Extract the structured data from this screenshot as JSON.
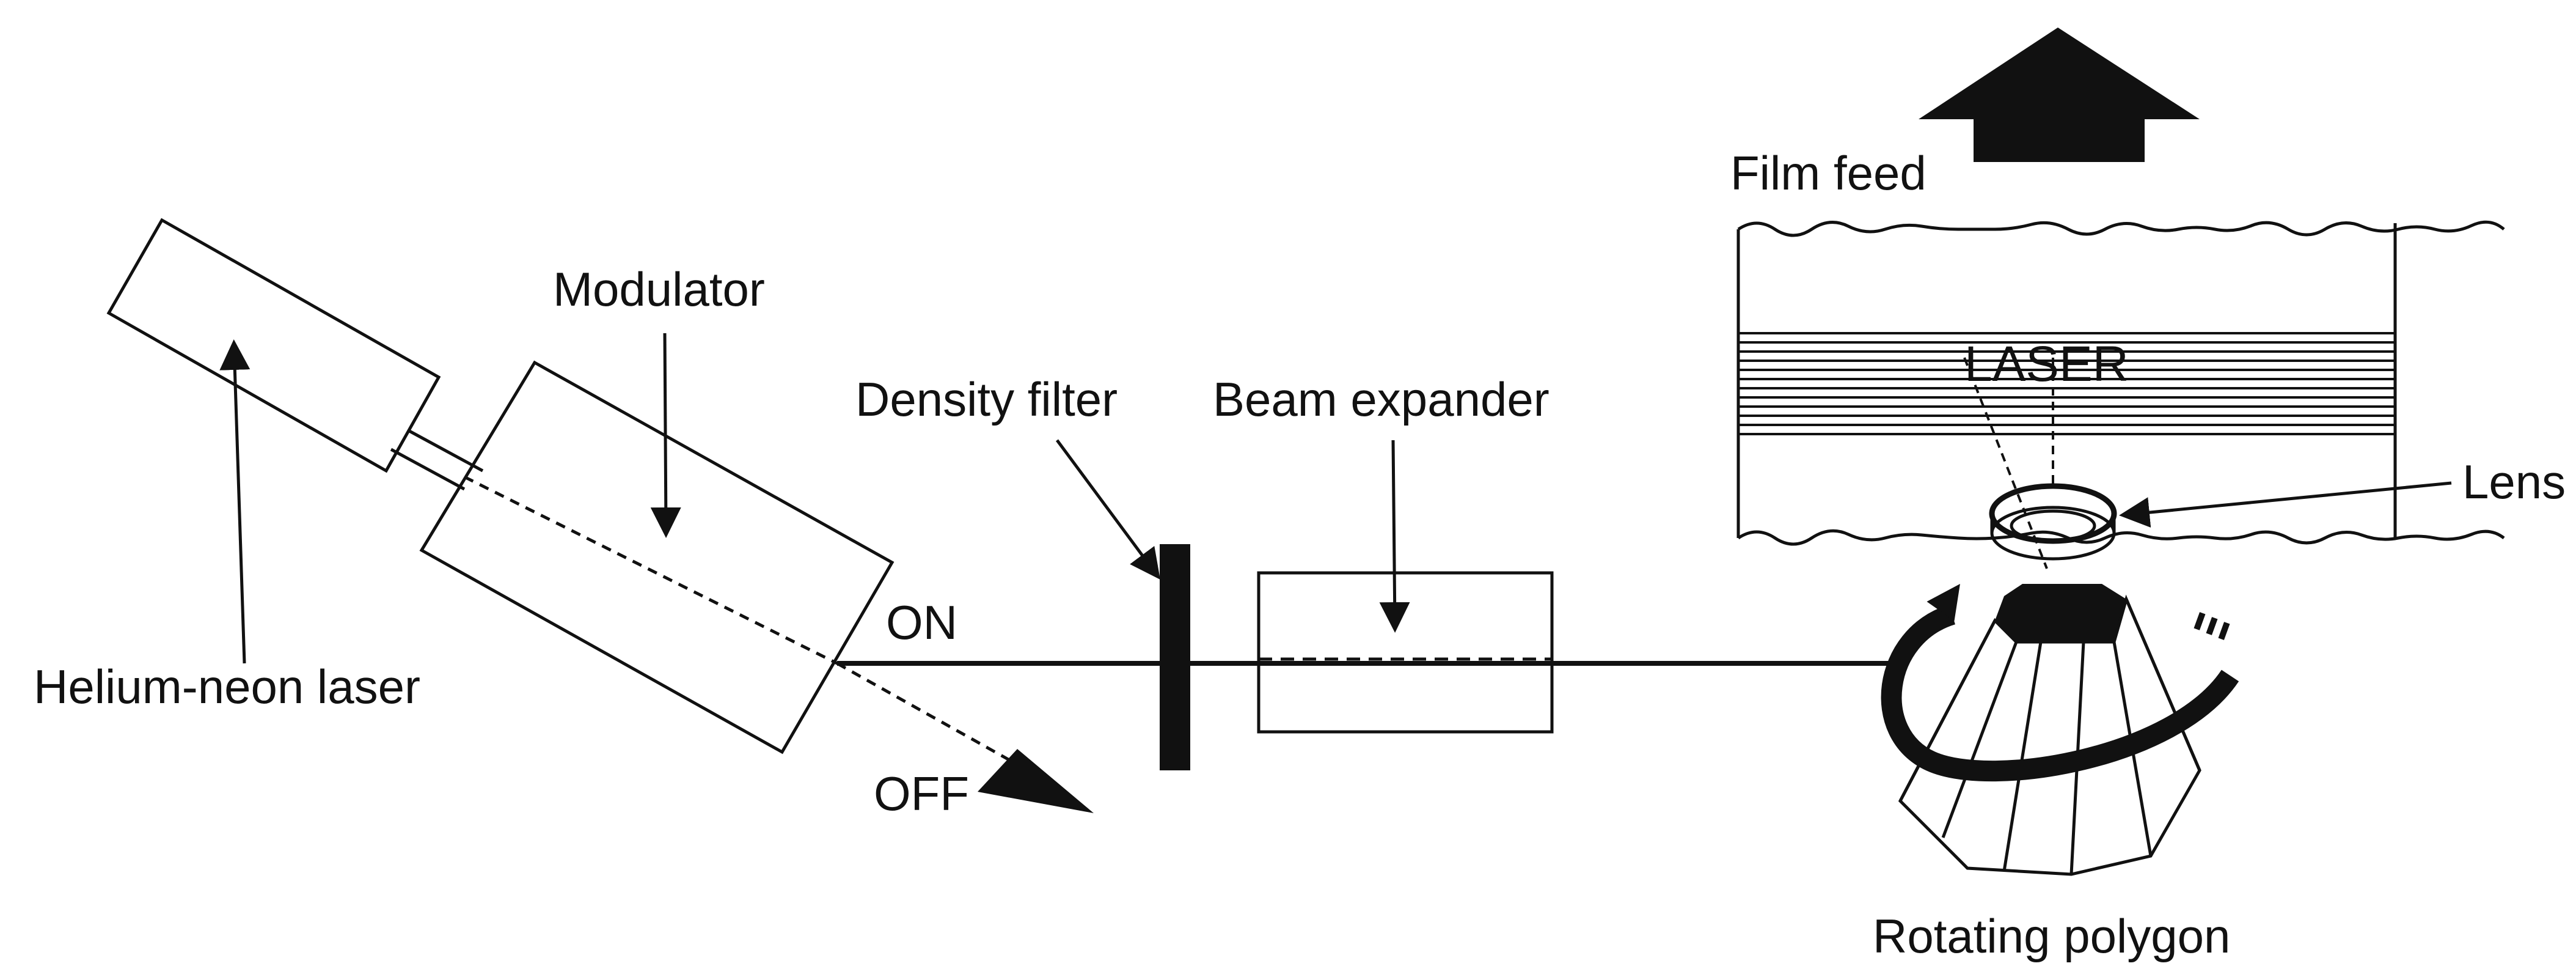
{
  "labels": {
    "helium_neon_laser": "Helium-neon laser",
    "modulator": "Modulator",
    "on": "ON",
    "off": "OFF",
    "density_filter": "Density filter",
    "beam_expander": "Beam expander",
    "film_feed": "Film feed",
    "laser": "LASER",
    "lens": "Lens",
    "rotating_polygon": "Rotating polygon"
  },
  "colors": {
    "ink": "#111111",
    "background": "#ffffff"
  }
}
